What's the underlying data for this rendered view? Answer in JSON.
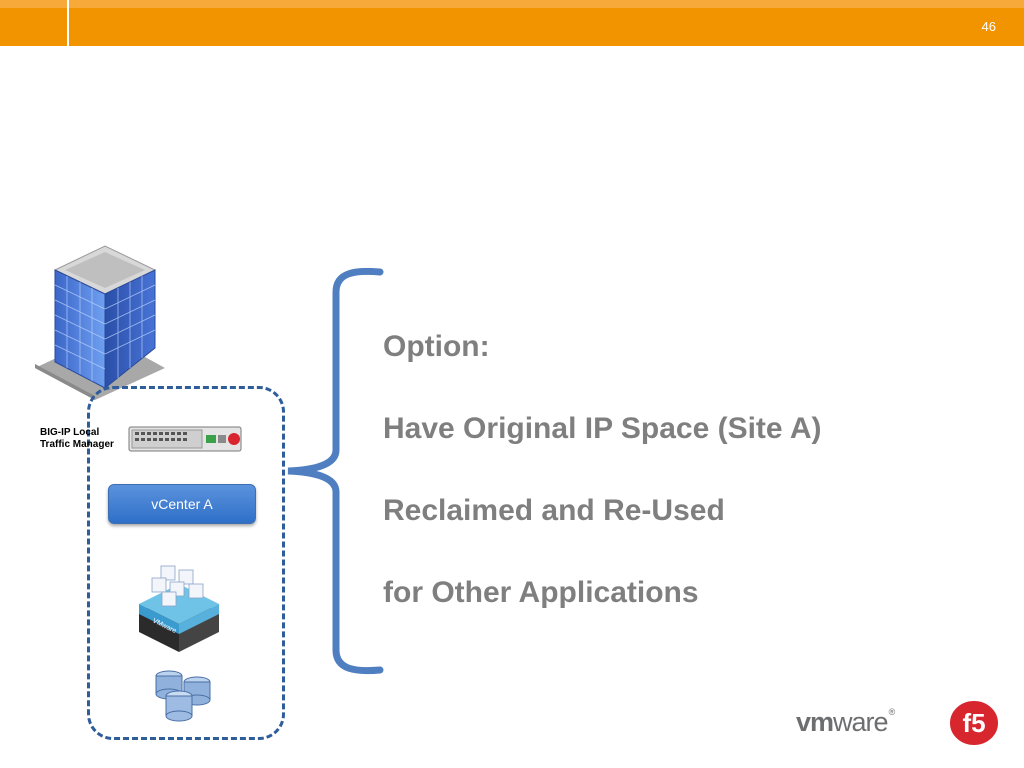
{
  "header": {
    "slide_number": "46"
  },
  "diagram": {
    "bigip_label_line1": "BIG-IP Local",
    "bigip_label_line2": "Traffic Manager",
    "vcenter_label": "vCenter A",
    "vm_stack_label": "VMware"
  },
  "text": {
    "option_label": "Option:",
    "line1": "Have Original IP Space (Site A)",
    "line2": "Reclaimed and Re-Used",
    "line3": "for Other Applications"
  },
  "logos": {
    "vmware_vm": "vm",
    "vmware_ware": "ware",
    "vmware_reg": "®",
    "f5_text": "f5"
  },
  "colors": {
    "header_orange": "#f29400",
    "accent_blue": "#2f5d9a",
    "text_gray": "#7f7f7f"
  }
}
